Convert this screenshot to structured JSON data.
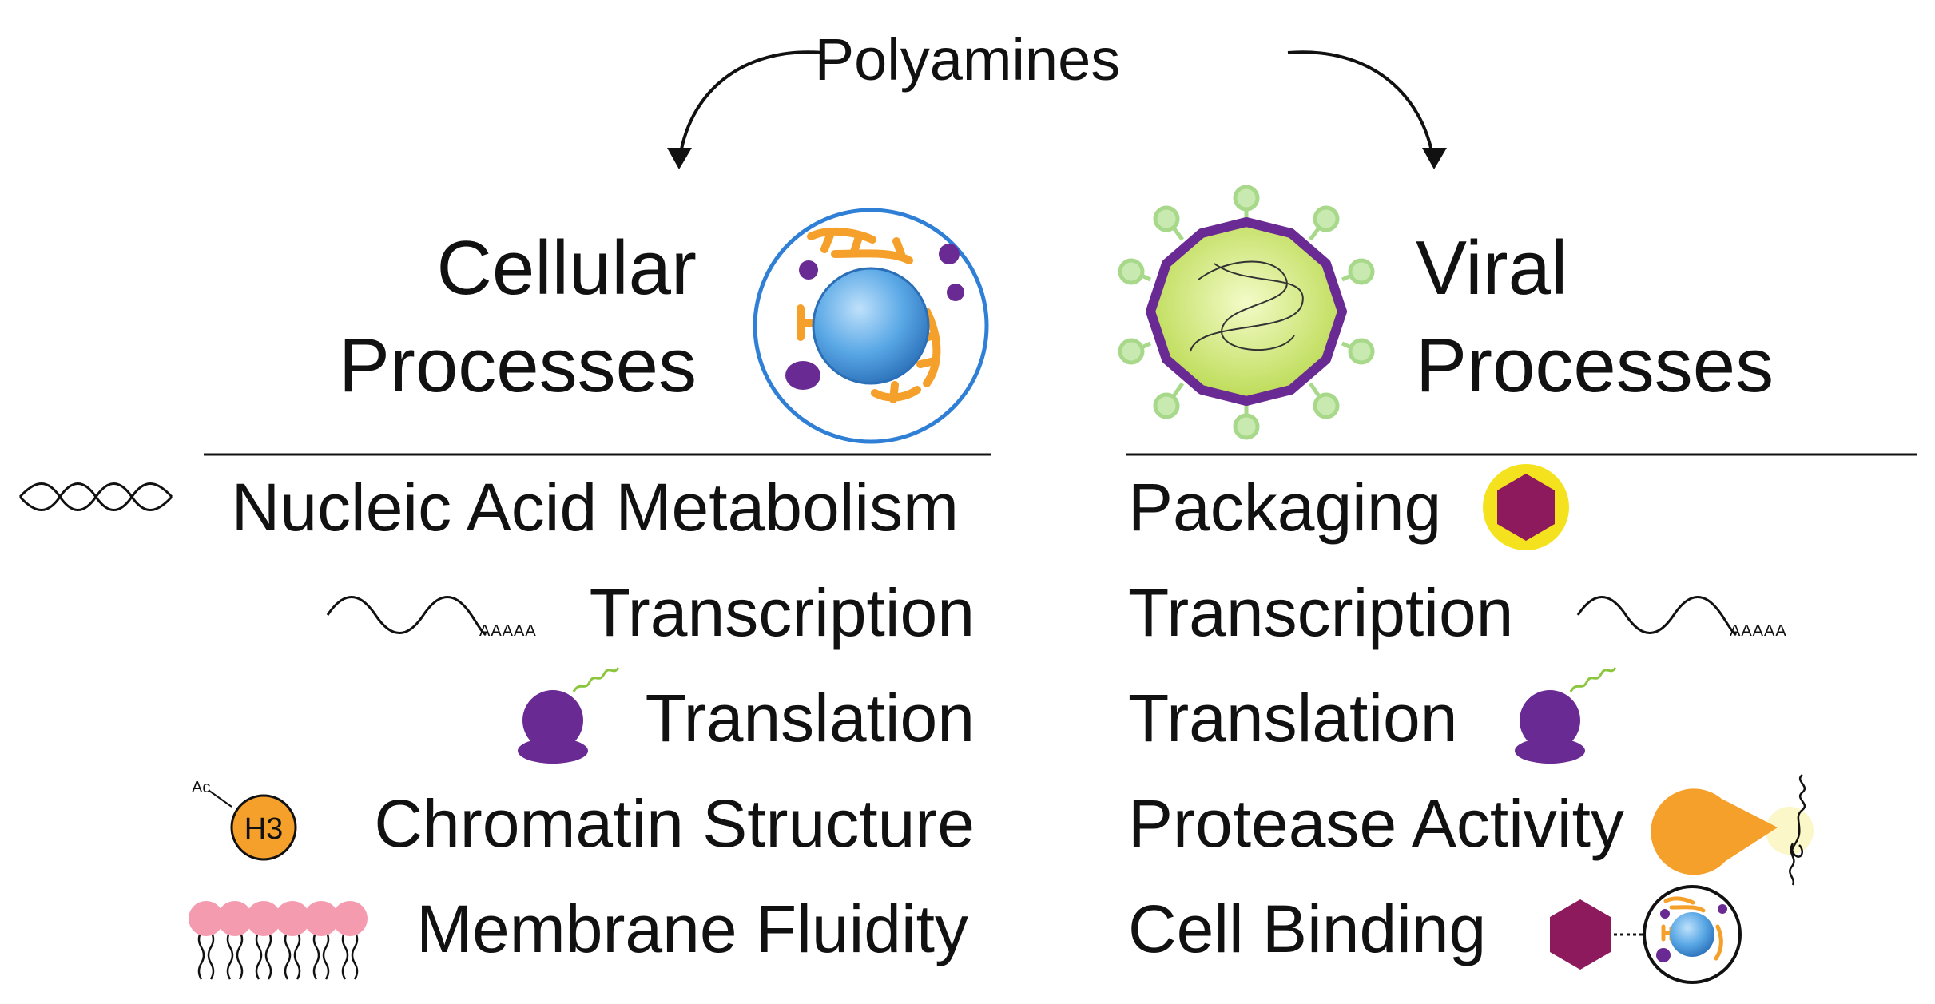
{
  "title": "Polyamines",
  "colors": {
    "cell_membrane": "#2f7fd6",
    "nucleus": "#3a92d8",
    "organelle_orange": "#f6a02c",
    "organelle_purple": "#6a2a93",
    "virus_body": "#cde86a",
    "virus_envelope": "#6a2a93",
    "spike": "#a8d88a",
    "histone": "#f6a02c",
    "lipid_head": "#f49bb0",
    "capsid": "#8e1a5e",
    "capsid_ring": "#f5e21e",
    "substrate": "#fbf7c8"
  },
  "left": {
    "heading_line1": "Cellular",
    "heading_line2": "Processes",
    "icon": "eukaryotic-cell-icon",
    "items": [
      {
        "label": "Nucleic Acid Metabolism",
        "icon": "dna-helix-icon"
      },
      {
        "label": "Transcription",
        "icon": "mrna-icon",
        "icon_text": "AAAAA"
      },
      {
        "label": "Translation",
        "icon": "ribosome-icon"
      },
      {
        "label": "Chromatin Structure",
        "icon": "histone-icon",
        "icon_text": "H3",
        "icon_sup": "Ac"
      },
      {
        "label": "Membrane Fluidity",
        "icon": "lipid-bilayer-icon"
      }
    ]
  },
  "right": {
    "heading_line1": "Viral",
    "heading_line2": "Processes",
    "icon": "virion-icon",
    "items": [
      {
        "label": "Packaging",
        "icon": "capsid-icon"
      },
      {
        "label": "Transcription",
        "icon": "mrna-icon",
        "icon_text": "AAAAA"
      },
      {
        "label": "Translation",
        "icon": "ribosome-icon"
      },
      {
        "label": "Protease Activity",
        "icon": "protease-icon"
      },
      {
        "label": "Cell Binding",
        "icon": "capsid-binding-cell-icon"
      }
    ]
  }
}
